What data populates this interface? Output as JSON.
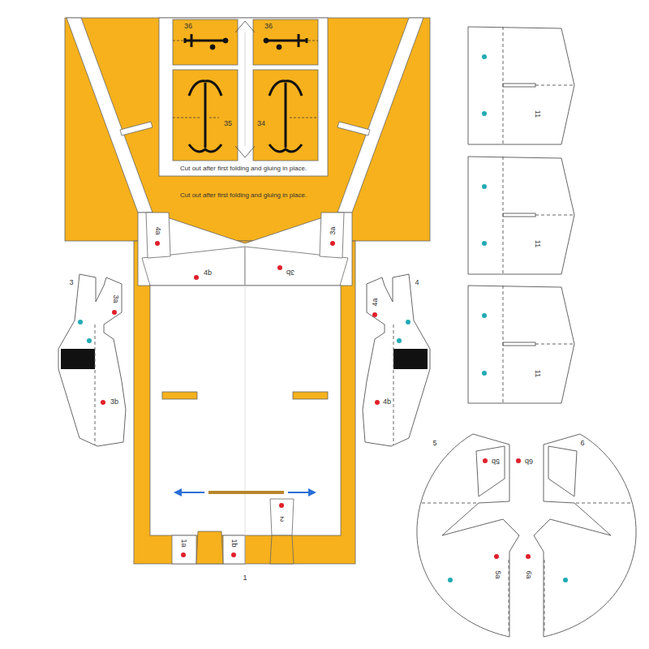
{
  "diagram": {
    "labels": [
      "36",
      "36",
      "35",
      "34",
      "Cut out after first folding and gluing in place.",
      "Cut out after first folding and gluing in place.",
      "4a",
      "3a",
      "4b",
      "3b",
      "3",
      "4",
      "3a",
      "3b",
      "4a",
      "4b",
      "11",
      "11",
      "11",
      "1a",
      "1b",
      "2",
      "1",
      "5",
      "6",
      "5b",
      "6b",
      "5a",
      "6a"
    ]
  }
}
